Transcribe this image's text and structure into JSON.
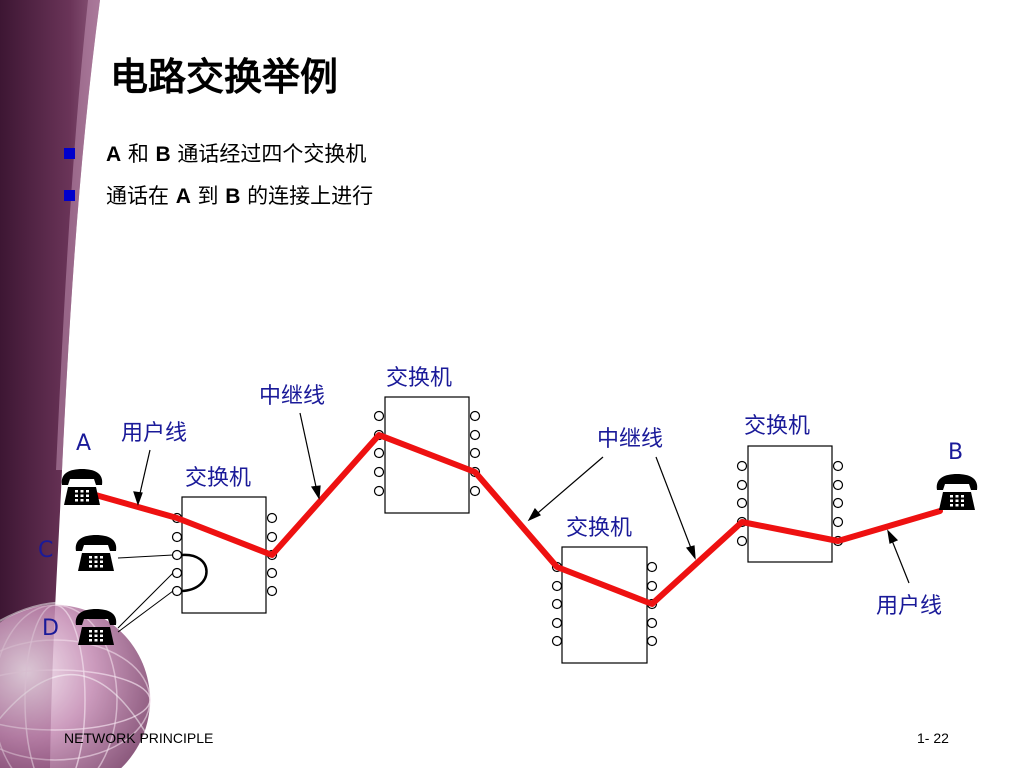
{
  "slide": {
    "title": "电路交换举例",
    "bullets": [
      {
        "parts": [
          {
            "t": "A",
            "b": true
          },
          {
            "t": " 和 ",
            "b": false
          },
          {
            "t": "B",
            "b": true
          },
          {
            "t": " 通话经过四个交换机",
            "b": false
          }
        ]
      },
      {
        "parts": [
          {
            "t": "通话在 ",
            "b": false
          },
          {
            "t": "A",
            "b": true
          },
          {
            "t": " 到 ",
            "b": false
          },
          {
            "t": "B",
            "b": true
          },
          {
            "t": " 的连接上进行",
            "b": false
          }
        ]
      }
    ]
  },
  "diagram": {
    "labels": {
      "switch1": "交换机",
      "switch2": "交换机",
      "switch3": "交换机",
      "switch4": "交换机",
      "trunk1": "中继线",
      "trunk2": "中继线",
      "user_line_left": "用户线",
      "user_line_right": "用户线",
      "phone_a": "A",
      "phone_b": "B",
      "phone_c": "C",
      "phone_d": "D"
    },
    "circuit_color": "#ee1111",
    "label_color": "#1a1a99"
  },
  "footer": {
    "left": "NETWORK PRINCIPLE",
    "right": "1- 22"
  },
  "theme": {
    "side_band_color": "#5a2a4a",
    "globe_color": "#b77aa6"
  }
}
